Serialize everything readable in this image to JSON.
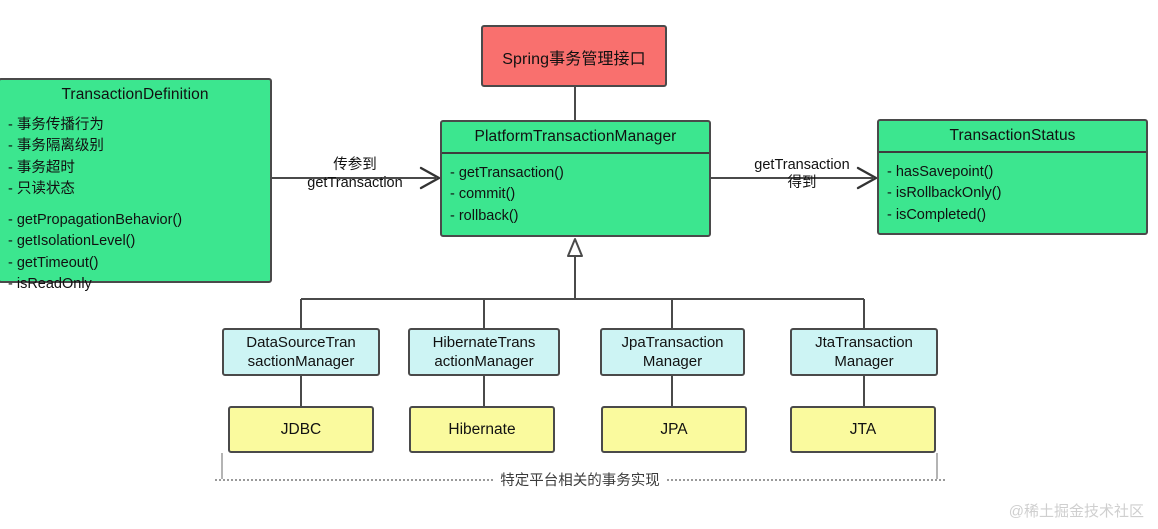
{
  "diagram": {
    "title_box": {
      "label": "Spring事务管理接口",
      "color": "#f9706e"
    },
    "classes": [
      {
        "name": "TransactionDefinition",
        "color": "#3ce68f",
        "attributes": [
          "- 事务传播行为",
          "- 事务隔离级别",
          "- 事务超时",
          "- 只读状态"
        ],
        "operations": [
          "- getPropagationBehavior()",
          "- getIsolationLevel()",
          "- getTimeout()",
          "- isReadOnly"
        ]
      },
      {
        "name": "PlatformTransactionManager",
        "color": "#3ce68f",
        "attributes": [],
        "operations": [
          "- getTransaction()",
          "- commit()",
          "- rollback()"
        ]
      },
      {
        "name": "TransactionStatus",
        "color": "#3ce68f",
        "attributes": [],
        "operations": [
          "- hasSavepoint()",
          "- isRollbackOnly()",
          "- isCompleted()"
        ]
      }
    ],
    "edge_labels": {
      "left": {
        "line1": "传参到",
        "line2": "getTransaction"
      },
      "right": {
        "line1": "getTransaction",
        "line2": "得到"
      }
    },
    "subclasses": [
      {
        "line1": "DataSourceTran",
        "line2": "sactionManager",
        "color": "#cdf4f4"
      },
      {
        "line1": "HibernateTrans",
        "line2": "actionManager",
        "color": "#cdf4f4"
      },
      {
        "line1": "JpaTransaction",
        "line2": "Manager",
        "color": "#cdf4f4"
      },
      {
        "line1": "JtaTransaction",
        "line2": "Manager",
        "color": "#cdf4f4"
      }
    ],
    "implementations": [
      {
        "label": "JDBC",
        "color": "#fafa9e"
      },
      {
        "label": "Hibernate",
        "color": "#fafa9e"
      },
      {
        "label": "JPA",
        "color": "#fafa9e"
      },
      {
        "label": "JTA",
        "color": "#fafa9e"
      }
    ],
    "caption": "特定平台相关的事务实现",
    "watermark": "@稀土掘金技术社区"
  }
}
